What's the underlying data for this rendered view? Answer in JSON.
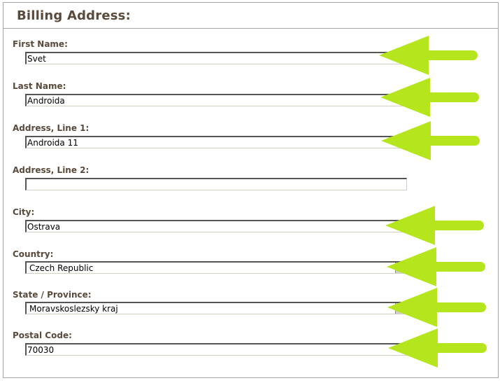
{
  "section": {
    "title": "Billing Address:"
  },
  "fields": {
    "first_name": {
      "label": "First Name:",
      "value": "Svet"
    },
    "last_name": {
      "label": "Last Name:",
      "value": "Androida"
    },
    "address1": {
      "label": "Address, Line 1:",
      "value": "Androida 11"
    },
    "address2": {
      "label": "Address, Line 2:",
      "value": ""
    },
    "city": {
      "label": "City:",
      "value": "Ostrava"
    },
    "country": {
      "label": "Country:",
      "value": "Czech Republic"
    },
    "state": {
      "label": "State / Province:",
      "value": "Moravskoslezsky kraj"
    },
    "postal": {
      "label": "Postal Code:",
      "value": "70030"
    }
  },
  "annotation": {
    "arrow_color": "#b5e61d"
  }
}
